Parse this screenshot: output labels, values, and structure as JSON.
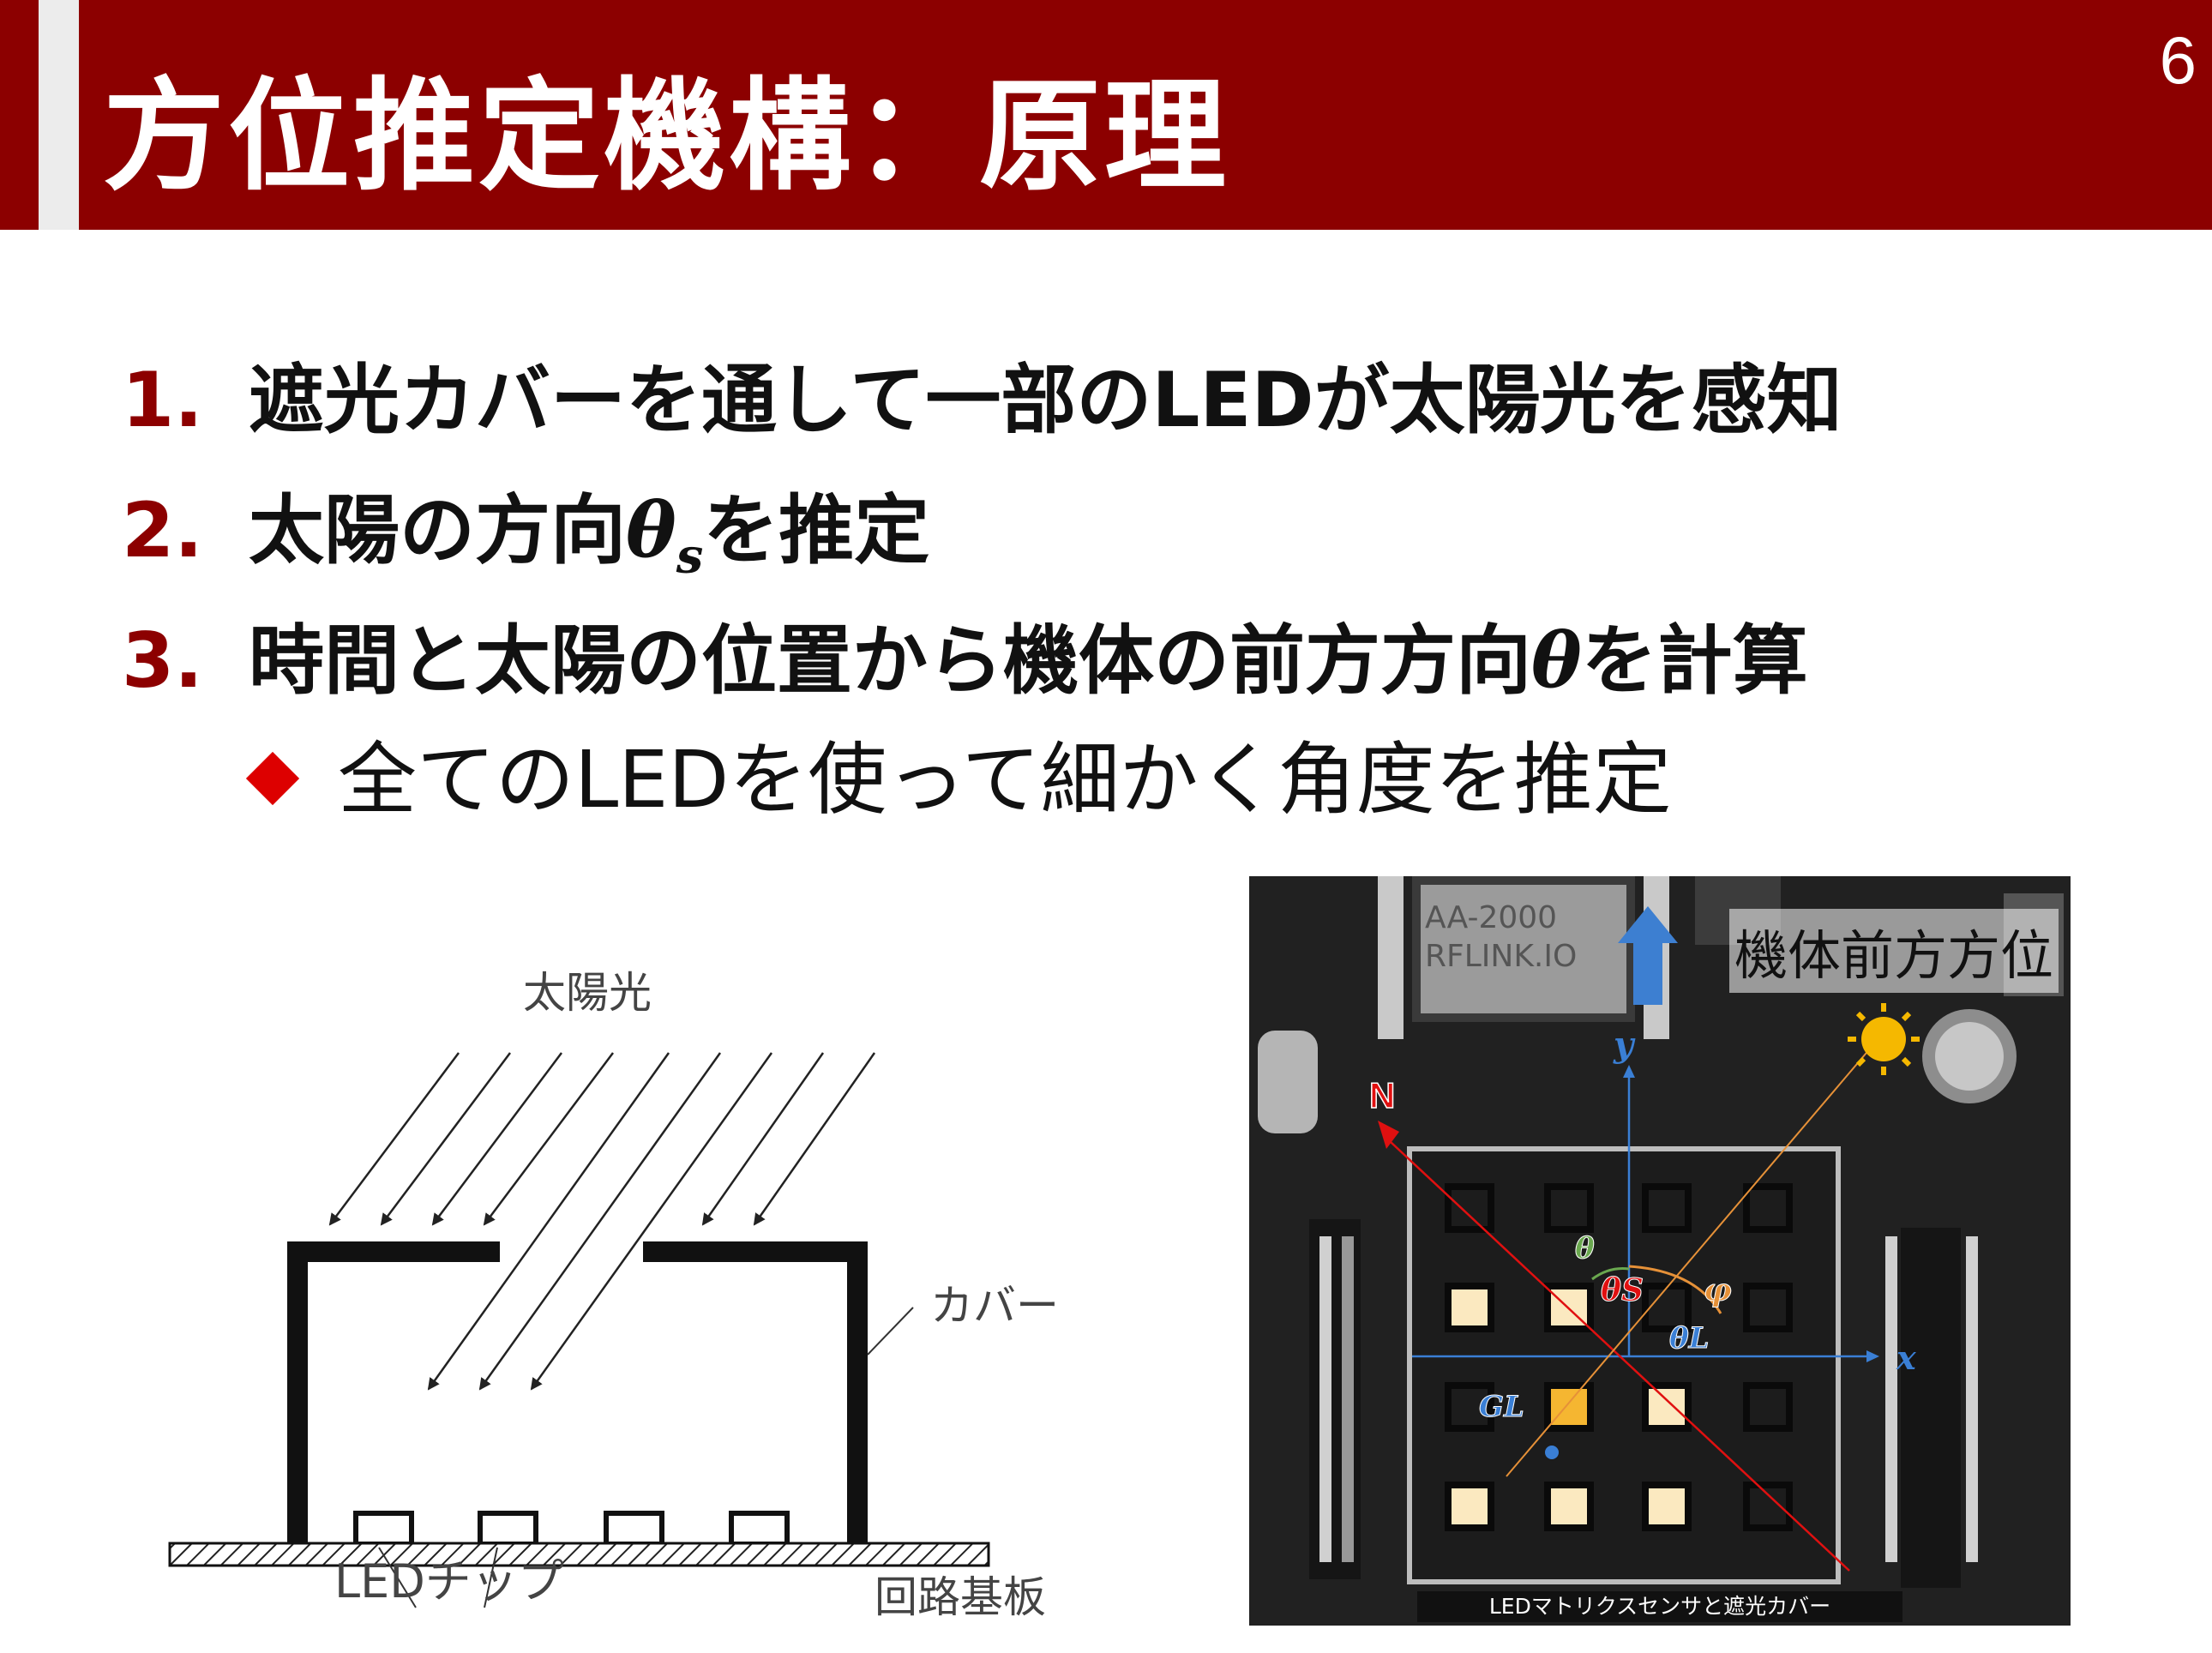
{
  "slide": {
    "title": "方位推定機構：原理",
    "page_number": "6"
  },
  "items": [
    {
      "num": "1.",
      "text": "遮光カバーを通して一部のLEDが太陽光を感知"
    },
    {
      "num": "2.",
      "text_before": "太陽の方向",
      "math": "θ",
      "math_sub": "s",
      "text_after": "を推定"
    },
    {
      "num": "3.",
      "text_before": "時間と太陽の位置から機体の前方方向",
      "math": "θ",
      "text_after": "を計算"
    }
  ],
  "subitem": {
    "text": "全てのLEDを使って細かく角度を推定"
  },
  "diagram": {
    "label_sunlight": "太陽光",
    "label_cover": "カバー",
    "label_board": "回路基板",
    "label_led": "LEDチップ"
  },
  "photo": {
    "title": "機体前方方位",
    "caption": "LEDマトリクスセンサと遮光カバー",
    "board_text_1": "AA-2000",
    "board_text_2": "RFLINK.IO",
    "north": "N",
    "axis_y": "y",
    "axis_x": "x",
    "label_theta": "θ",
    "label_theta_s": "θS",
    "label_theta_l": "θL",
    "label_phi": "φ",
    "label_gl": "GL",
    "colors": {
      "north": "#e01010",
      "axes": "#3a7fd5",
      "sun": "#f5b800",
      "theta": "#6aa84f",
      "phi": "#e69138",
      "led_lit": "#fbe9c0",
      "led_bright": "#f5b631"
    }
  }
}
